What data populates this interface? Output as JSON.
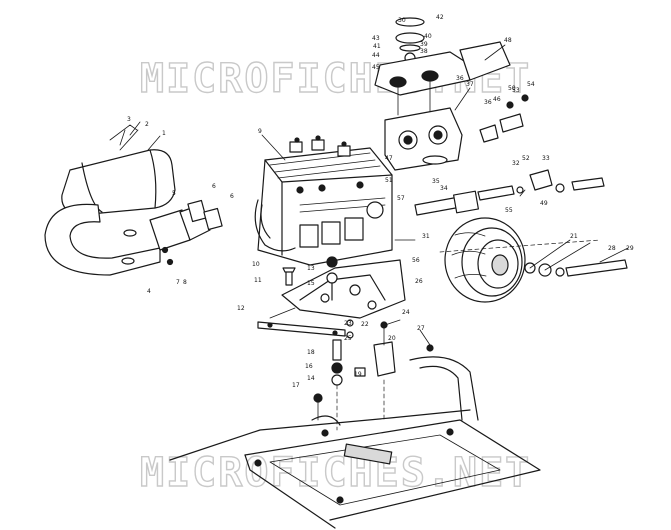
{
  "watermark": {
    "top_text": "MICROFICHES.NET",
    "bottom_text": "MICROFICHES.NET"
  },
  "callouts": [
    "1",
    "2",
    "3",
    "4",
    "5",
    "6",
    "6",
    "7",
    "8",
    "9",
    "10",
    "11",
    "12",
    "13",
    "14",
    "15",
    "16",
    "17",
    "18",
    "19",
    "20",
    "21",
    "22",
    "23",
    "24",
    "25",
    "26",
    "27",
    "28",
    "29",
    "30",
    "31",
    "32",
    "33",
    "34",
    "35",
    "36",
    "36",
    "37",
    "38",
    "39",
    "40",
    "41",
    "42",
    "43",
    "44",
    "45",
    "46",
    "47",
    "48",
    "49",
    "50",
    "51",
    "52",
    "53",
    "54",
    "55",
    "56",
    "57"
  ]
}
